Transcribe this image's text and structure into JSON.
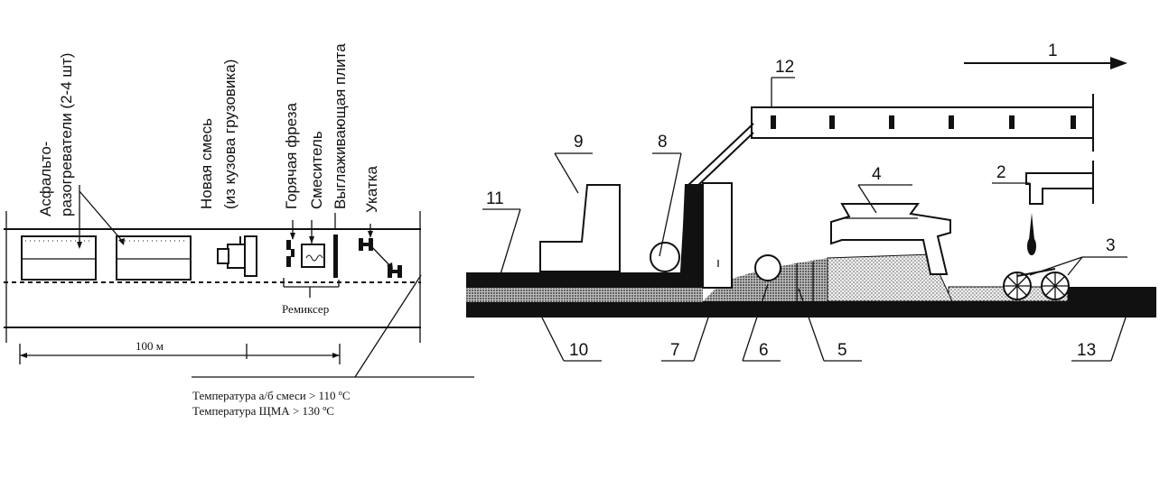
{
  "left": {
    "labels": {
      "heaters_a": "Асфальто-",
      "heaters_b": "разогреватели (2-4 шт)",
      "new_mix_a": "Новая смесь",
      "new_mix_b": "(из кузова грузовика)",
      "hot_mill": "Горячая фреза",
      "mixer": "Смеситель",
      "screed": "Выглаживающая плита",
      "rolling": "Укатка"
    },
    "remixer": "Ремиксер",
    "distance": "100 м",
    "temp_mix": "Температура а/б смеси > 110 ºС",
    "temp_sma": "Температура ЩМА > 130 ºС"
  },
  "right": {
    "numbers": [
      "1",
      "2",
      "3",
      "4",
      "5",
      "6",
      "7",
      "8",
      "9",
      "10",
      "11",
      "12",
      "13"
    ]
  },
  "colors": {
    "ink": "#111111",
    "fill_light": "#d9d9d9",
    "fill_mid": "#9a9a9a"
  }
}
